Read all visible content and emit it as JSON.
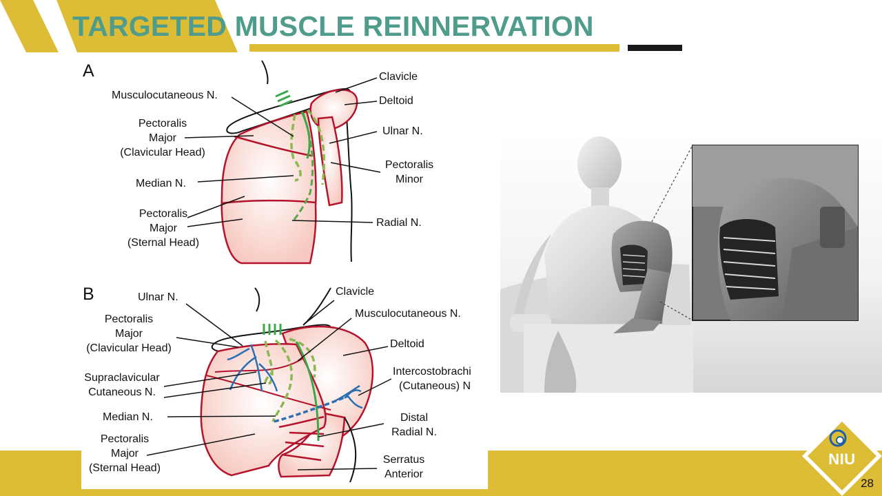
{
  "slide": {
    "title": "TARGETED MUSCLE REINNERVATION",
    "page_number": "28",
    "logo_text": "NIU",
    "accent_color": "#ddbc36",
    "title_color": "#4f9c8c"
  },
  "panel_a": {
    "letter": "A",
    "labels": {
      "musculocutaneous": "Musculocutaneous N.",
      "pectoralis_major_clav": [
        "Pectoralis",
        "Major",
        "(Clavicular Head)"
      ],
      "median": "Median N.",
      "pectoralis_major_stern": [
        "Pectoralis",
        "Major",
        "(Sternal Head)"
      ],
      "clavicle": "Clavicle",
      "deltoid": "Deltoid",
      "ulnar": "Ulnar N.",
      "pectoralis_minor": [
        "Pectoralis",
        "Minor"
      ],
      "radial": "Radial N."
    }
  },
  "panel_b": {
    "letter": "B",
    "labels": {
      "ulnar": "Ulnar N.",
      "pectoralis_major_clav": [
        "Pectoralis",
        "Major",
        "(Clavicular Head)"
      ],
      "supraclavicular": [
        "Supraclavicular",
        "Cutaneous N."
      ],
      "median": "Median N.",
      "pectoralis_major_stern": [
        "Pectoralis",
        "Major",
        "(Sternal Head)"
      ],
      "clavicle": "Clavicle",
      "musculocutaneous": "Musculocutaneous N.",
      "deltoid": "Deltoid",
      "intercostobrachial": [
        "Intercostobrachi",
        "(Cutaneous) N"
      ],
      "distal_radial": [
        "Distal",
        "Radial N."
      ],
      "serratus": [
        "Serratus",
        "Anterior"
      ]
    }
  }
}
